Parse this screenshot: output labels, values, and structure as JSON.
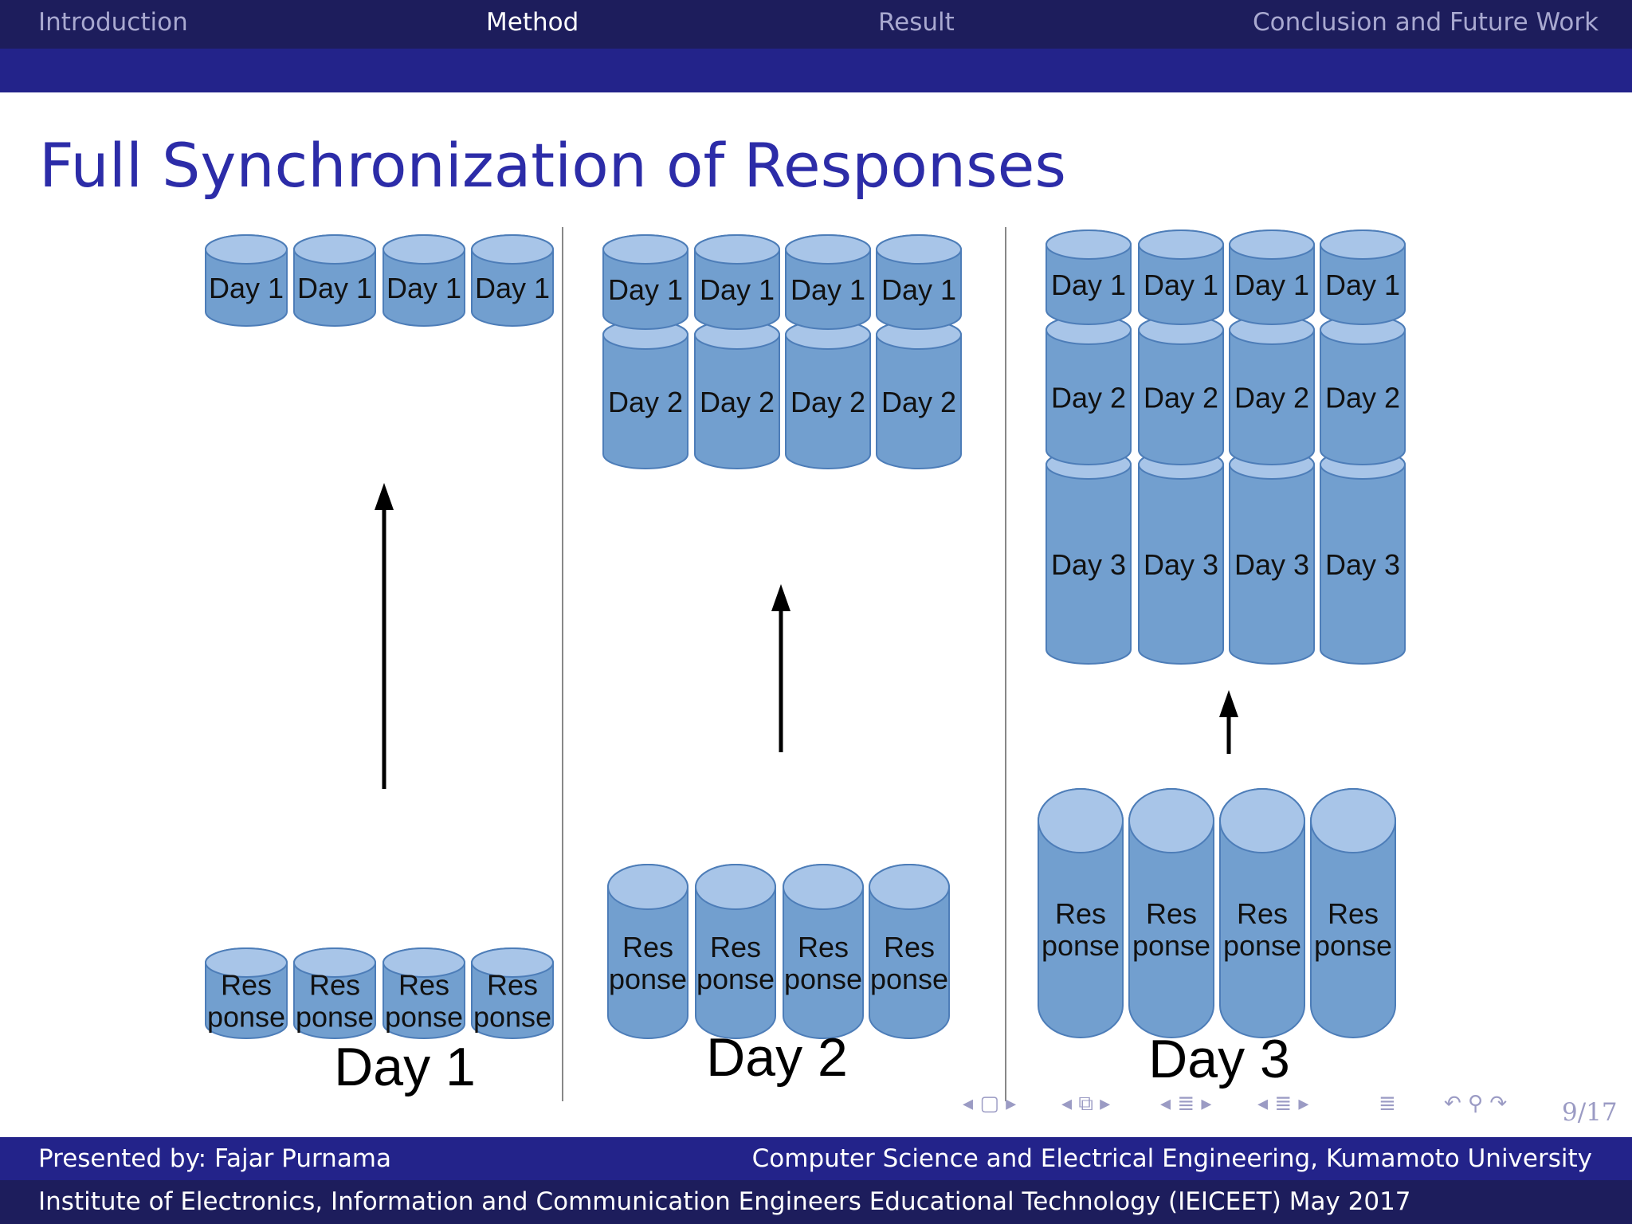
{
  "nav": {
    "items": [
      "Introduction",
      "Method",
      "Result",
      "Conclusion and Future Work"
    ],
    "active_index": 1
  },
  "slide": {
    "title": "Full Synchronization of Responses"
  },
  "diagram": {
    "panels": [
      {
        "day_label": "Day 1",
        "stacked_layers": [
          "Day 1"
        ],
        "response_label": [
          "Res",
          "ponse"
        ]
      },
      {
        "day_label": "Day 2",
        "stacked_layers": [
          "Day 1",
          "Day 2"
        ],
        "response_label": [
          "Res",
          "ponse"
        ]
      },
      {
        "day_label": "Day 3",
        "stacked_layers": [
          "Day 1",
          "Day 2",
          "Day 3"
        ],
        "response_label": [
          "Res",
          "ponse"
        ]
      }
    ],
    "colors": {
      "cylinder_body": "#729fcf",
      "cylinder_top": "#a8c5e8",
      "cylinder_stroke": "#4d7db8",
      "arrow": "#000000"
    }
  },
  "beamer_nav": {
    "icons": [
      "frame-nav-icon",
      "subsection-nav-icon",
      "section-nav-icon",
      "doc-nav-icon",
      "outline-icon",
      "search-icon"
    ],
    "page": "9/17"
  },
  "footer": {
    "presenter": "Presented by: Fajar Purnama",
    "affiliation": "Computer Science and Electrical Engineering, Kumamoto University",
    "event": "Institute of Electronics, Information and Communication Engineers Educational Technology (IEICEET) May 2017"
  }
}
